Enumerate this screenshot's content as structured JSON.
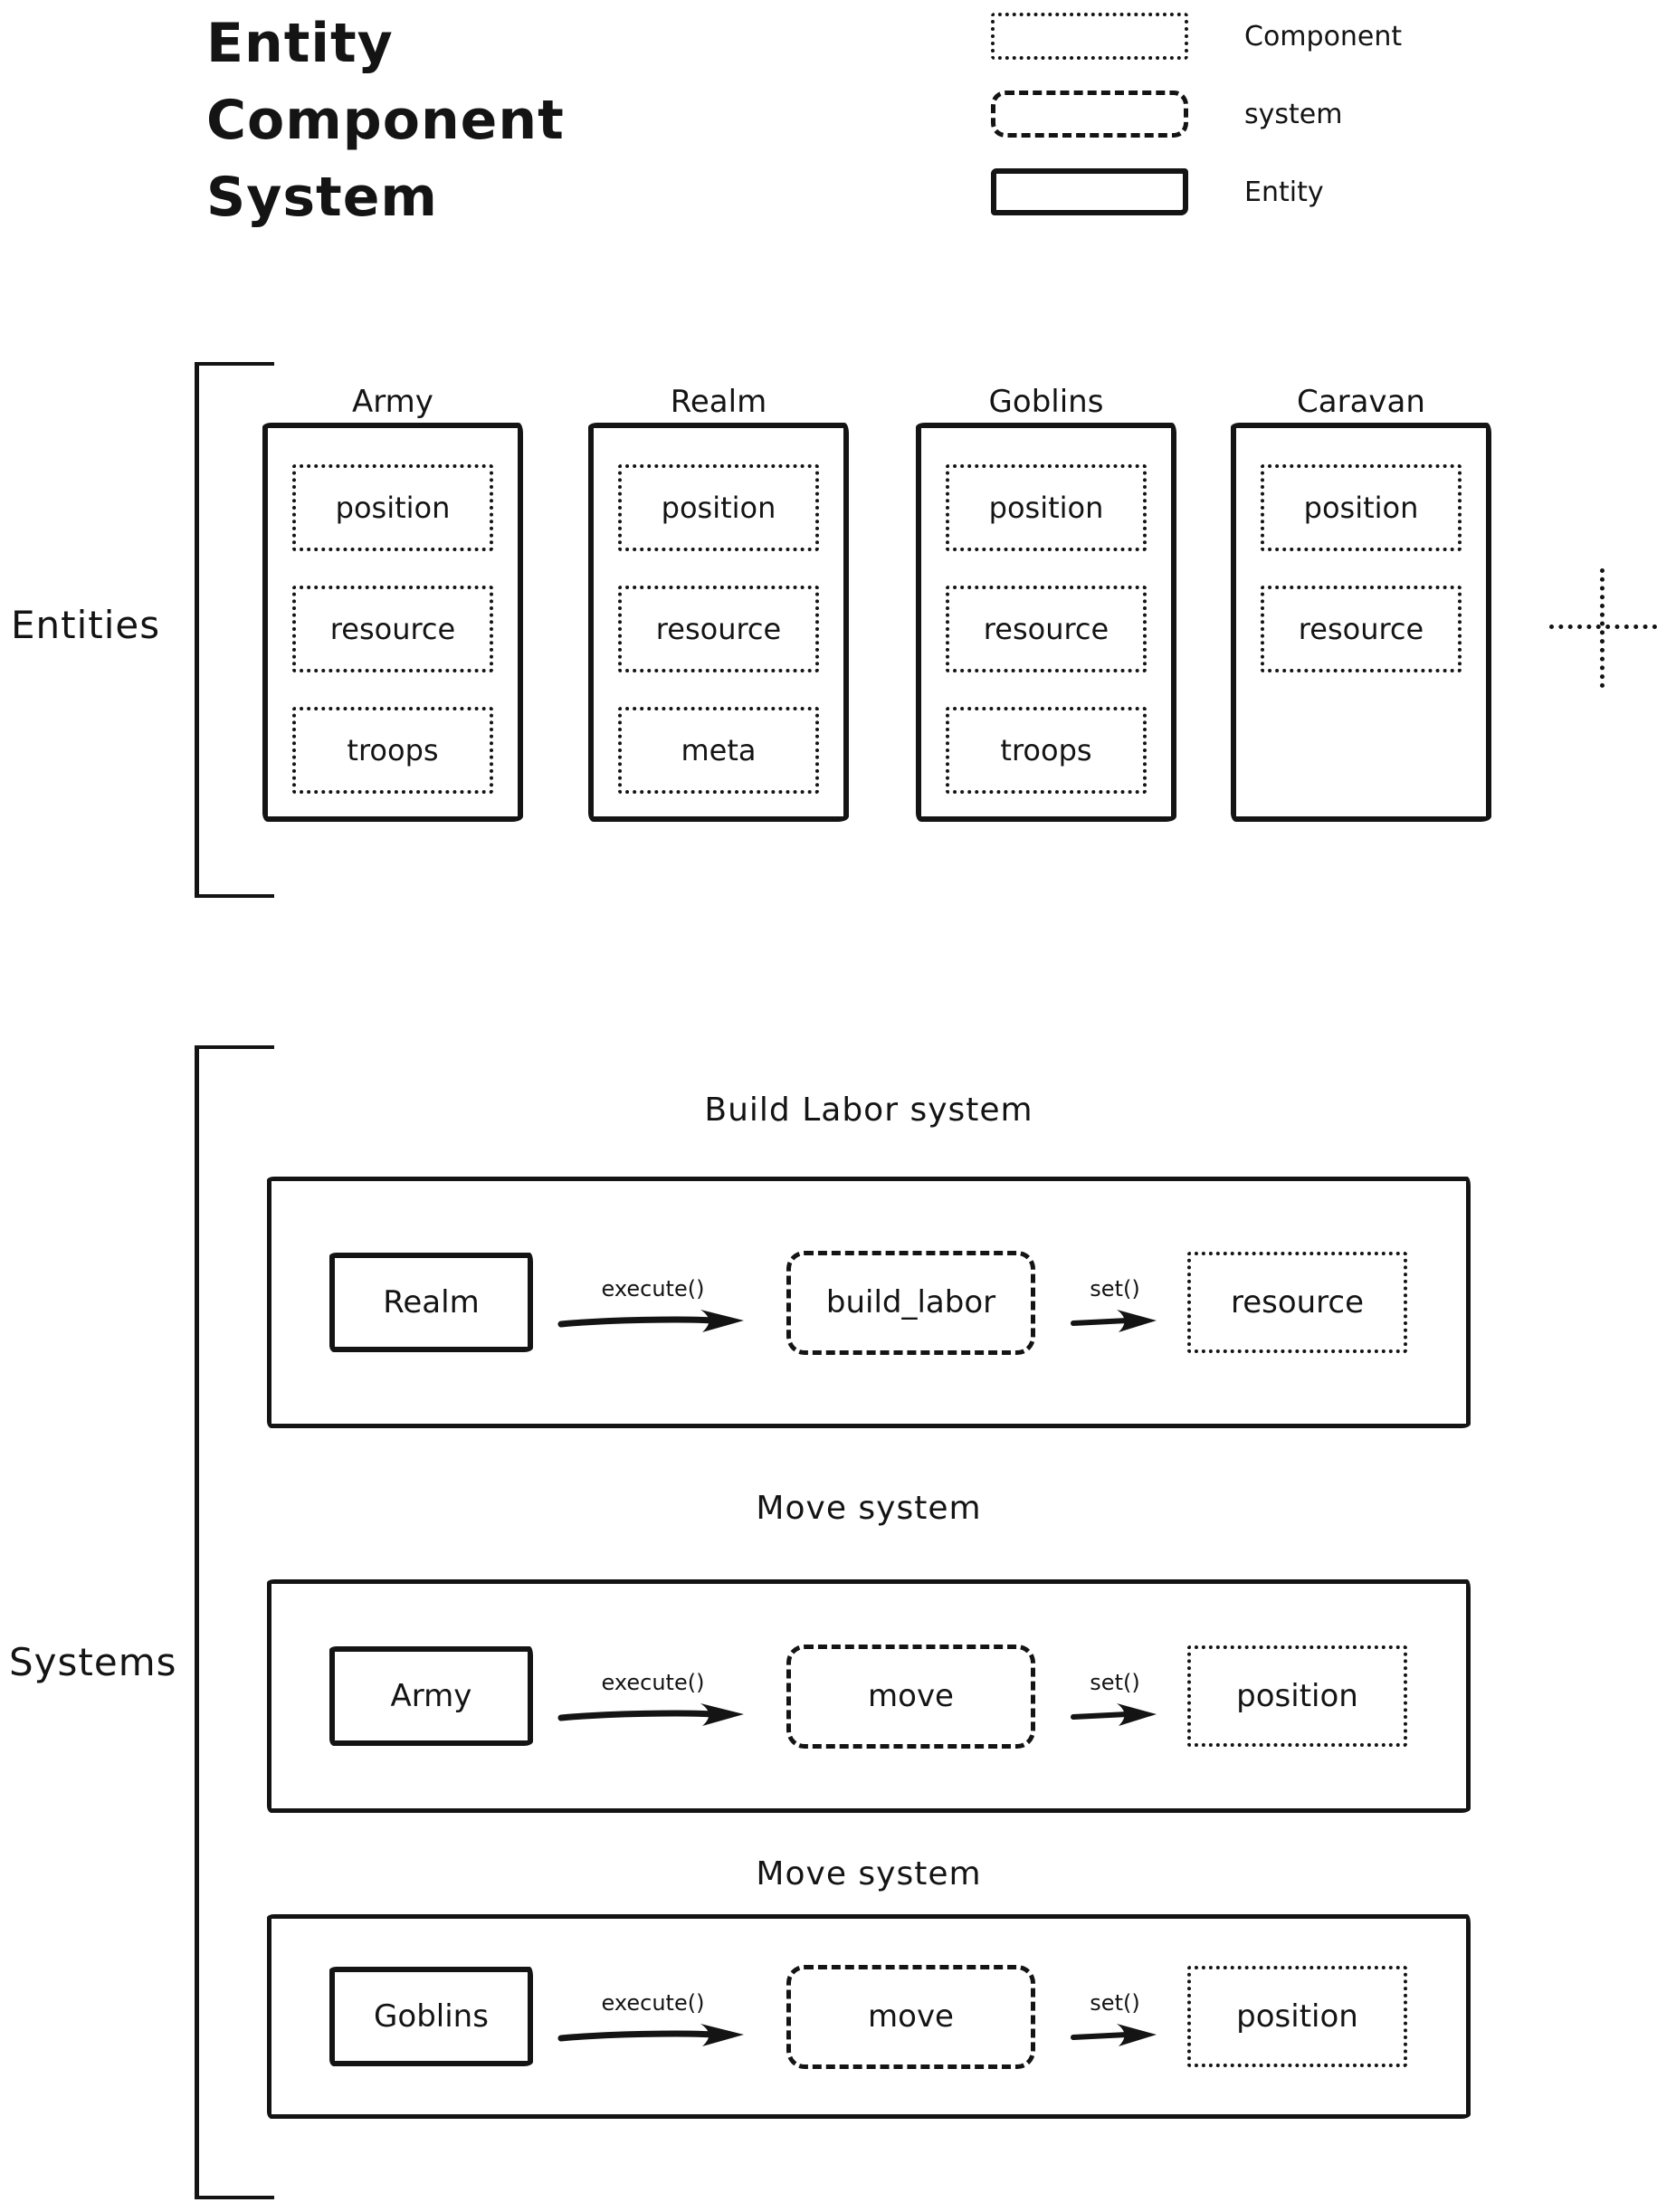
{
  "title": {
    "lines": [
      "Entity",
      "Component",
      "System"
    ]
  },
  "legend": {
    "items": [
      {
        "swatch": "dotted-box",
        "label": "Component"
      },
      {
        "swatch": "dashed-box",
        "label": "system"
      },
      {
        "swatch": "solid-box",
        "label": "Entity"
      }
    ]
  },
  "entities_section": {
    "label": "Entities",
    "entities": [
      {
        "name": "Army",
        "components": [
          "position",
          "resource",
          "troops"
        ]
      },
      {
        "name": "Realm",
        "components": [
          "position",
          "resource",
          "meta"
        ]
      },
      {
        "name": "Goblins",
        "components": [
          "position",
          "resource",
          "troops"
        ]
      },
      {
        "name": "Caravan",
        "components": [
          "position",
          "resource"
        ]
      }
    ]
  },
  "systems_section": {
    "label": "Systems",
    "systems": [
      {
        "title": "Build Labor system",
        "entity": "Realm",
        "call_label": "execute()",
        "system_name": "build_labor",
        "set_label": "set()",
        "component": "resource"
      },
      {
        "title": "Move system",
        "entity": "Army",
        "call_label": "execute()",
        "system_name": "move",
        "set_label": "set()",
        "component": "position"
      },
      {
        "title": "Move system",
        "entity": "Goblins",
        "call_label": "execute()",
        "system_name": "move",
        "set_label": "set()",
        "component": "position"
      }
    ]
  },
  "icons": {
    "plus": "+",
    "arrow_right": "→"
  },
  "colors": {
    "ink": "#141414",
    "background": "#ffffff"
  }
}
